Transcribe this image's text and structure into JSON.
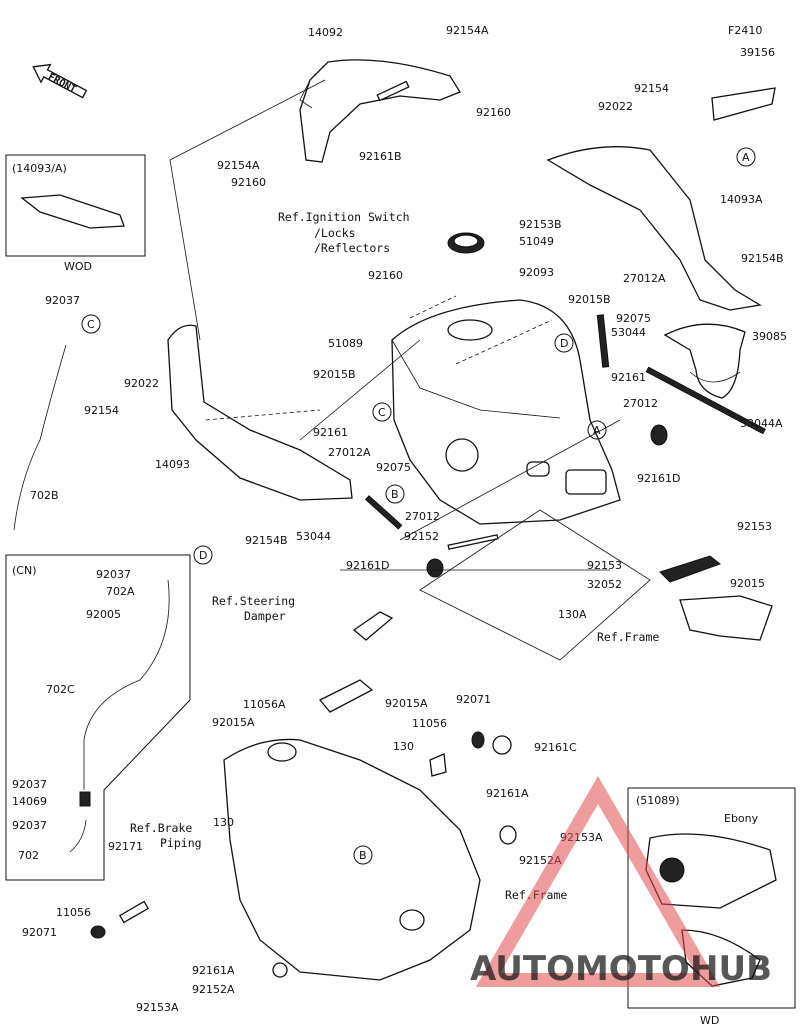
{
  "figure_code": "F2410",
  "front_label": "FRONT",
  "parts": {
    "p14092": "14092",
    "p92154A_top": "92154A",
    "p92160_top": "92160",
    "p92161B": "92161B",
    "p39156": "39156",
    "p92154_r": "92154",
    "p92022_r": "92022",
    "p14093A": "14093A",
    "p92154B_r": "92154B",
    "p27012A_r": "27012A",
    "p92075_r": "92075",
    "p39085": "39085",
    "p53044": "53044",
    "p92161": "92161",
    "p27012_r": "27012",
    "p53044A": "53044A",
    "p92161D_r": "92161D",
    "p92153B": "92153B",
    "p51049": "51049",
    "p92093": "92093",
    "p92160_mid": "92160",
    "p92015B_r": "92015B",
    "p51089": "51089",
    "p92015B_l": "92015B",
    "p92161_l": "92161",
    "p27012A_l": "27012A",
    "p92075_l": "92075",
    "p14093": "14093",
    "p92154A_l": "92154A",
    "p92160_l": "92160",
    "p92037_l": "92037",
    "p92022_l": "92022",
    "p92154_l": "92154",
    "p702B": "702B",
    "p92154B_l": "92154B",
    "p53044_l": "53044",
    "p27012_b": "27012",
    "p92152": "92152",
    "p92161D_b": "92161D",
    "p92153_r": "92153",
    "p92153_r2": "92153",
    "p32052": "32052",
    "p92015": "92015",
    "p130A": "130A",
    "p92037_cn1": "92037",
    "p702A": "702A",
    "p92005": "92005",
    "p702C": "702C",
    "p92037_cn2": "92037",
    "p14069": "14069",
    "p92037_cn3": "92037",
    "p702": "702",
    "p11056A": "11056A",
    "p92015A_l": "92015A",
    "p92015A_r": "92015A",
    "p92071_r": "92071",
    "p11056_r": "11056",
    "p130_r": "130",
    "p92161C": "92161C",
    "p92161A_r": "92161A",
    "p92153A_r": "92153A",
    "p92152A_r": "92152A",
    "p130_l": "130",
    "p92171": "92171",
    "p11056_l": "11056",
    "p92071_l": "92071",
    "p92161A_b": "92161A",
    "p92152A_b": "92152A",
    "p92153A_b": "92153A",
    "p51089_inset": "(51089)",
    "ebony": "Ebony"
  },
  "refs": {
    "ign_1": "Ref.Ignition Switch",
    "ign_2": "/Locks",
    "ign_3": "/Reflectors",
    "frame_1": "Ref.Frame",
    "steer_1": "Ref.Steering",
    "steer_2": "Damper",
    "brake_1": "Ref.Brake",
    "brake_2": "Piping",
    "frame_2": "Ref.Frame"
  },
  "insets": {
    "wod_title": "(14093/A)",
    "wod_label": "WOD",
    "cn_title": "(CN)",
    "wd_label": "WD"
  },
  "callouts": {
    "a1": "A",
    "a2": "A",
    "b1": "B",
    "b2": "B",
    "c1": "C",
    "c2": "C",
    "d1": "D",
    "d2": "D"
  },
  "watermark": {
    "text": "AUTOMOTO",
    "hub": "HUB",
    "color_orange": "#f2a15a",
    "color_red": "#e14a4a"
  }
}
